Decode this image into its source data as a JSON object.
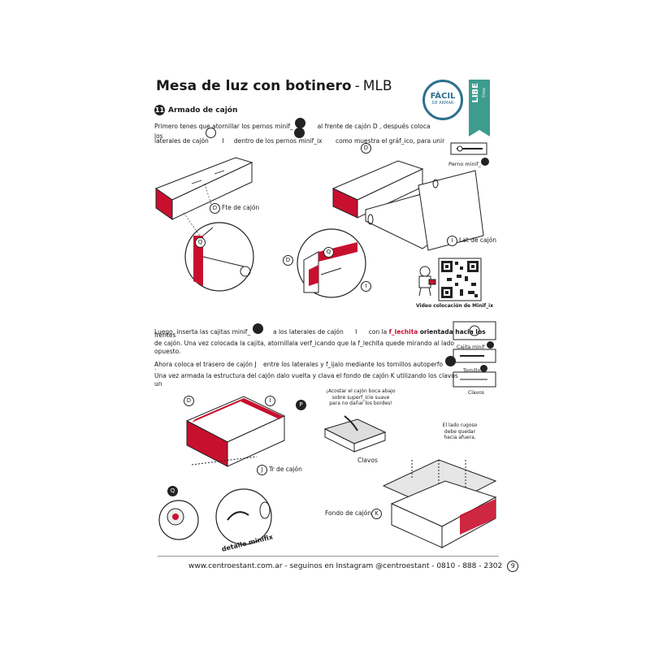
{
  "header": {
    "title": "Mesa de luz con botinero",
    "dash": "-",
    "code": "MLB",
    "badge_big": "FÁCIL",
    "badge_small": "DE ARMAR",
    "ribbon_main": "LIBE",
    "ribbon_sub": "línea"
  },
  "step": {
    "number": "11",
    "title": "Armado de cajón"
  },
  "paragraph1": {
    "line1": "Primero tenes que atornillar los pernos minif_",
    "line1b": "al frente de cajón",
    "line1c": "D , después coloca",
    "line2": "los",
    "line3": "laterales de cajón",
    "line3b": "I",
    "line3c": "dentro de los pernos minif_ix",
    "line3d": "como muestra el gráf_ico, para unir"
  },
  "labels": {
    "fte_cajon": "Fte de cajón",
    "lat_cajon": "Lat de cajón",
    "perno": "Perno minif_",
    "video": "Video colocación de Minif_ix",
    "tr_cajon": "Tr de cajón",
    "cajita": "Cajita minif_",
    "tornillo": "Tornillo",
    "clavos_small": "Clavos",
    "clavos": "Clavos",
    "fondo_cajon": "Fondo de cajón",
    "detalle": "detalle minifix",
    "letter_D": "D",
    "letter_Q": "Q",
    "letter_I": "I",
    "letter_P": "P",
    "letter_J": "J",
    "letter_K": "K"
  },
  "paragraph2": {
    "line1a": "Luego, inserta las cajitas minif_",
    "line1b": "a los laterales de cajón",
    "line1c": "I",
    "line1d": "con la",
    "line1e": "f_lechita",
    "line1f": "orientada hacia los",
    "line2": "frentes",
    "line3": "de cajón. Una vez colocada la cajita, atornillala verf_icando que la f_lechita quede mirando al lado",
    "line4": "opuesto.",
    "line5a": "Ahora coloca el trasero de cajón",
    "line5b": "J",
    "line5c": "entre los laterales y f_ijalo mediante  los tornillos autoperfo",
    "line6": ".",
    "line7": "Una vez armada la estructura del cajón dalo vuelta y clava el fondo de cajón  K  utilizando los clavos",
    "line8": "un"
  },
  "notes": {
    "acostar": [
      "¡Acostar el cajón boca abajo",
      "sobre superf_icie suave",
      "para no dañar los bordes!"
    ],
    "rugoso": [
      "El lado rugoso",
      "debe quedar",
      "hacia afuera."
    ]
  },
  "footer": {
    "text": "www.centroestant.com.ar  -  seguinos en Instagram @centroestant  -  0810 - 888 - 2302",
    "page": "9"
  },
  "colors": {
    "accent_red": "#c8102e",
    "ribbon": "#3e9c8e",
    "badge": "#2e6f8e"
  }
}
